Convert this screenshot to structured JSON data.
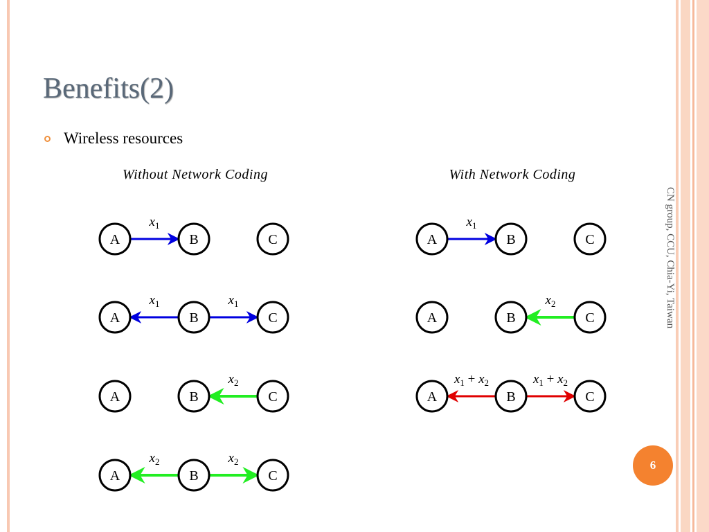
{
  "slide": {
    "title": "Benefits(2)",
    "bullet": "Wireless resources",
    "footer": "CN group, CCU, Chia-Yi, Taiwan",
    "page_number": "6"
  },
  "colors": {
    "title": "#596878",
    "accent_orange": "#f4822f",
    "bullet_orange": "#f0913e",
    "border_peach": "#f8c8b2",
    "blue_edge": "#0000e0",
    "green_edge": "#22ee22",
    "red_edge": "#e00000"
  },
  "diagrams": [
    {
      "id": "without",
      "heading": "Without Network Coding",
      "rows": [
        {
          "nodes": [
            "A",
            "B",
            "C"
          ],
          "edges": [
            {
              "from": "A",
              "to": "B",
              "label": "x",
              "sub": "1",
              "color": "blue",
              "direction": "forward"
            }
          ]
        },
        {
          "nodes": [
            "A",
            "B",
            "C"
          ],
          "edges": [
            {
              "from": "A",
              "to": "B",
              "label": "x",
              "sub": "1",
              "color": "blue",
              "direction": "backward"
            },
            {
              "from": "B",
              "to": "C",
              "label": "x",
              "sub": "1",
              "color": "blue",
              "direction": "forward"
            }
          ]
        },
        {
          "nodes": [
            "A",
            "B",
            "C"
          ],
          "edges": [
            {
              "from": "B",
              "to": "C",
              "label": "x",
              "sub": "2",
              "color": "green",
              "direction": "backward"
            }
          ]
        },
        {
          "nodes": [
            "A",
            "B",
            "C"
          ],
          "edges": [
            {
              "from": "A",
              "to": "B",
              "label": "x",
              "sub": "2",
              "color": "green",
              "direction": "backward"
            },
            {
              "from": "B",
              "to": "C",
              "label": "x",
              "sub": "2",
              "color": "green",
              "direction": "forward"
            }
          ]
        }
      ]
    },
    {
      "id": "with",
      "heading": "With Network Coding",
      "rows": [
        {
          "nodes": [
            "A",
            "B",
            "C"
          ],
          "edges": [
            {
              "from": "A",
              "to": "B",
              "label": "x",
              "sub": "1",
              "color": "blue",
              "direction": "forward"
            }
          ]
        },
        {
          "nodes": [
            "A",
            "B",
            "C"
          ],
          "edges": [
            {
              "from": "B",
              "to": "C",
              "label": "x",
              "sub": "2",
              "color": "green",
              "direction": "backward"
            }
          ]
        },
        {
          "nodes": [
            "A",
            "B",
            "C"
          ],
          "edges": [
            {
              "from": "A",
              "to": "B",
              "label": "x1+x2",
              "sub": "",
              "color": "red",
              "direction": "backward"
            },
            {
              "from": "B",
              "to": "C",
              "label": "x1+x2",
              "sub": "",
              "color": "red",
              "direction": "forward"
            }
          ]
        }
      ]
    }
  ]
}
